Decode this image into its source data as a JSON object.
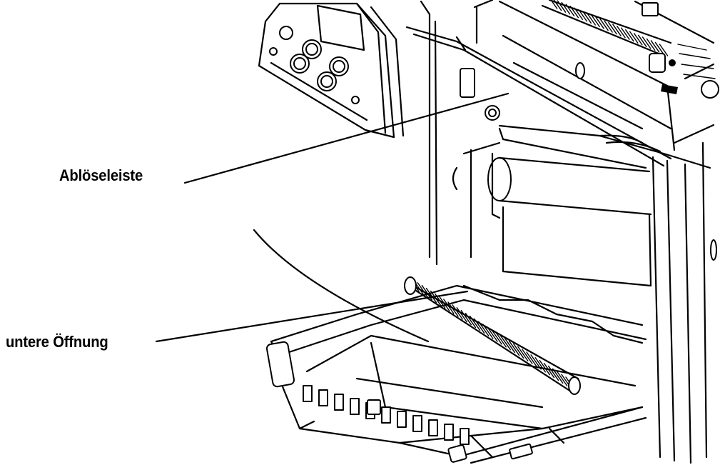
{
  "figure": {
    "callouts": [
      {
        "key": "peel_bar",
        "label": "Ablöseleiste"
      },
      {
        "key": "lower_opening",
        "label": "untere Öffnung"
      }
    ],
    "subject": "printer-media-compartment-open",
    "colors": {
      "line": "#000000",
      "background": "#ffffff"
    }
  }
}
